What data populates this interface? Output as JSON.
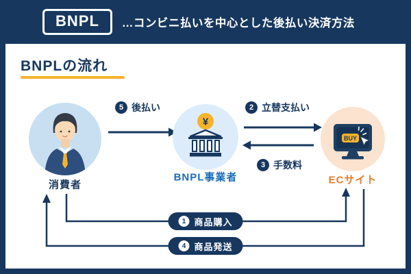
{
  "header": {
    "badge": "BNPL",
    "description": "…コンビニ払いを中心とした後払い決済方法"
  },
  "title": "BNPLの流れ",
  "nodes": {
    "consumer": {
      "label": "消費者"
    },
    "bnpl": {
      "label": "BNPL事業者",
      "coin_symbol": "¥"
    },
    "ec": {
      "label": "ECサイト",
      "screen_text": "BUY"
    }
  },
  "flows": {
    "purchase": {
      "num": "1",
      "label": "商品購入"
    },
    "advance_payment": {
      "num": "2",
      "label": "立替支払い"
    },
    "fee": {
      "num": "3",
      "label": "手数料"
    },
    "shipping": {
      "num": "4",
      "label": "商品発送"
    },
    "later_payment": {
      "num": "5",
      "label": "後払い"
    }
  },
  "colors": {
    "navy": "#17375e",
    "blue": "#1a6bb8",
    "orange": "#e87a28",
    "yellow": "#f5b32c",
    "light_blue": "#c8dff2",
    "lighter_blue": "#ddecfa",
    "peach": "#fbe3d0"
  }
}
